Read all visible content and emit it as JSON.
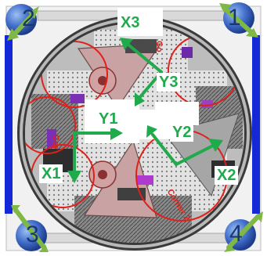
{
  "axes": {
    "x1": "X1",
    "y1": "Y1",
    "x2": "X2",
    "y2": "Y2",
    "x3": "X3",
    "y3": "Y3"
  },
  "corners": {
    "c1": "1",
    "c2": "2",
    "c3": "3",
    "c4": "4"
  },
  "partial_text": {
    "corner2": "Corner 2",
    "left_con": "Cor",
    "top_right": "Co"
  },
  "colors": {
    "axis_green": "#1faa4c",
    "corner_blue": "#3a66c4",
    "bar_blue": "#1428d8",
    "red": "#e0201a",
    "arrow_green": "#7fb845"
  }
}
